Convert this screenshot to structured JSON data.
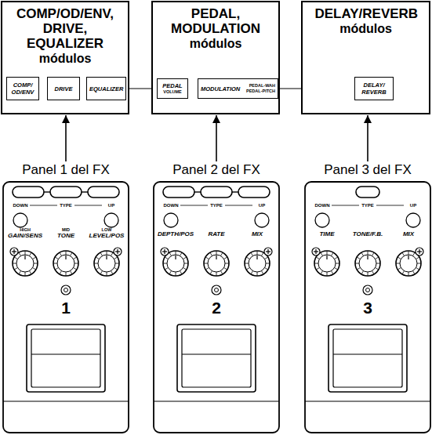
{
  "diagram": {
    "nodes": [
      {
        "text": [
          "COMP/OD/ENV, DRIVE, EQUALIZER",
          "módulos"
        ]
      },
      {
        "text": [
          "COMP/ OD/ENV"
        ],
        "in": 0
      },
      {
        "text": [
          "DRIVE"
        ],
        "in": 0
      },
      {
        "text": [
          "EQUALIZER"
        ],
        "in": 0
      },
      {
        "text": [
          "PEDAL, MODULATION",
          "módulos"
        ]
      },
      {
        "text": [
          "PEDAL",
          "VOLUME"
        ],
        "in": 4
      },
      {
        "text": [
          "MODULATION",
          "PEDAL-WAH PEDAL-PITCH"
        ],
        "in": 4
      },
      {
        "text": [
          "DELAY/REVERB",
          "módulos"
        ]
      },
      {
        "text": [
          "DELAY/ REVERB"
        ],
        "in": 7
      },
      {
        "text": [
          "Panel 1 del FX",
          "DOWN",
          "TYPE",
          "UP",
          "HIGH",
          "GAIN/SENS",
          "MID",
          "TONE",
          "LOW",
          "LEVEL/POS",
          "1"
        ]
      },
      {
        "text": [
          "Panel 2 del FX",
          "DOWN",
          "TYPE",
          "UP",
          "DEPTH/POS",
          "RATE",
          "MIX",
          "2"
        ]
      },
      {
        "text": [
          "Panel 3 del FX",
          "DOWN",
          "TYPE",
          "UP",
          "TIME",
          "TONE/F.B.",
          "MIX",
          "3"
        ]
      }
    ],
    "edges": [
      {
        "from": 1,
        "to": 2,
        "arrow": "to"
      },
      {
        "from": 2,
        "to": 3,
        "arrow": "to"
      },
      {
        "from": 3,
        "to": 5,
        "arrow": "to"
      },
      {
        "from": 5,
        "to": 6,
        "arrow": "to"
      },
      {
        "from": 6,
        "to": 8,
        "arrow": "to"
      },
      {
        "from": 9,
        "to": 0,
        "arrow": "to"
      },
      {
        "from": 10,
        "to": 4,
        "arrow": "to"
      },
      {
        "from": 11,
        "to": 7,
        "arrow": "to"
      }
    ]
  }
}
